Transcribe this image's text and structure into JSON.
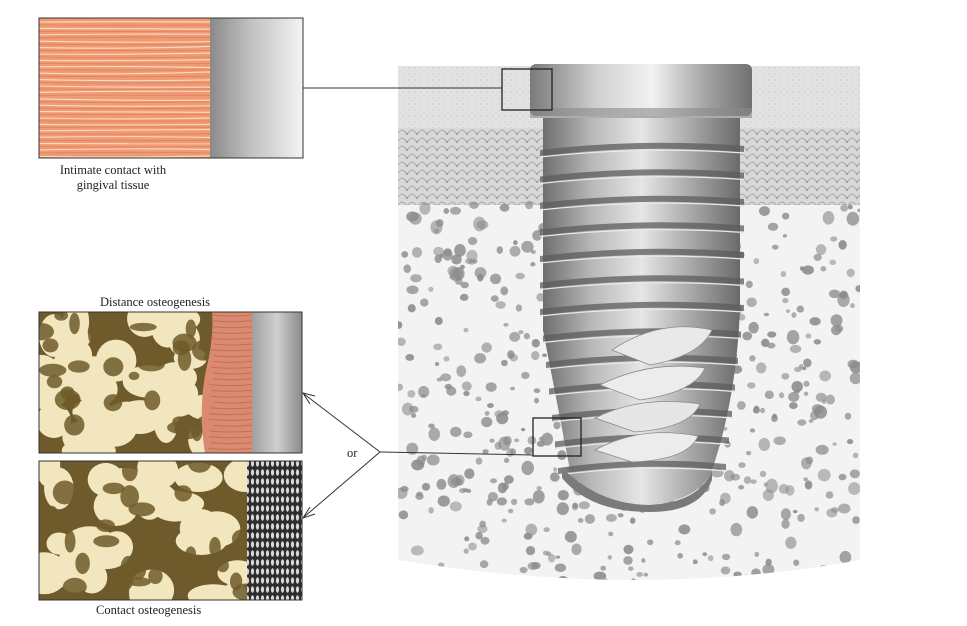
{
  "labels": {
    "gingival_line1": "Intimate contact with",
    "gingival_line2": "gingival tissue",
    "distance": "Distance osteogenesis",
    "contact": "Contact osteogenesis",
    "or": "or"
  },
  "colors": {
    "gingiva": "#f09a72",
    "bone": "#eadcb2",
    "bone_pores": "#6e5a2a",
    "fibrous_tissue": "#d98a70",
    "implant_metal": "#9a9a9a",
    "cortical_bone": "#c9c9c9",
    "cancellous_pores": "#8a8a8a"
  }
}
